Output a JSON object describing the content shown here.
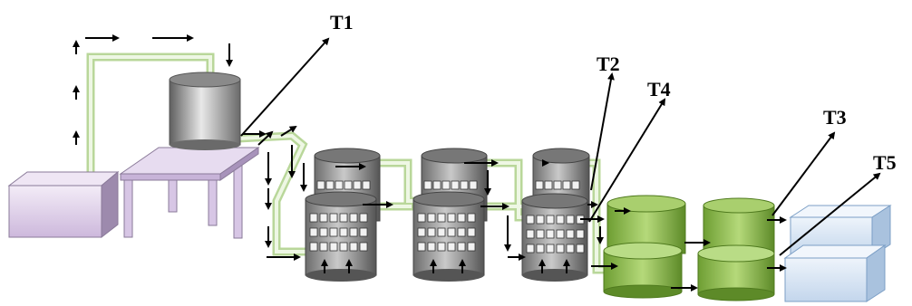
{
  "labels": {
    "t1": "T1",
    "t2": "T2",
    "t3": "T3",
    "t4": "T4",
    "t5": "T5"
  },
  "colors": {
    "pipe_outer": "#b9d79a",
    "pipe_inner": "#eef7e4",
    "sump_fill": "#e6d9ee",
    "table_fill": "#ddd0ea",
    "green_tank": "#8fbf4e",
    "blue_tank": "#dbe8f5",
    "grey_tank": "#8c8c8c"
  }
}
